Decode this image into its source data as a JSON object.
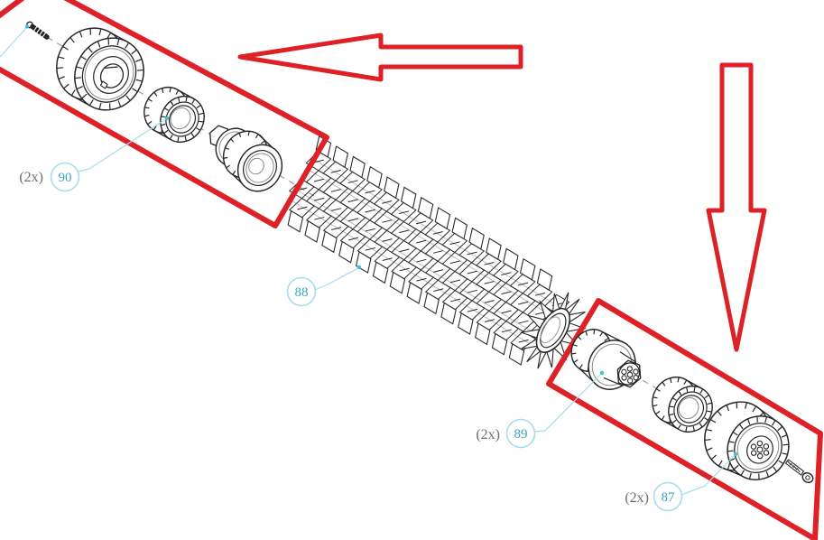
{
  "diagram": {
    "description": "Exploded parts diagram of a brush roller assembly with red highlight boxes and arrows",
    "parts": [
      {
        "id": "87",
        "qty": "(2x)"
      },
      {
        "id": "88"
      },
      {
        "id": "89",
        "qty": "(2x)"
      },
      {
        "id": "90",
        "qty": "(2x)"
      }
    ],
    "colors": {
      "highlight_red": "#de2027",
      "callout_stroke": "#a8dcea",
      "callout_text": "#3aa4c8",
      "qty_text": "#6e6e6e",
      "leader_dot": "#3fc2d8",
      "line_art": "#262626"
    }
  }
}
